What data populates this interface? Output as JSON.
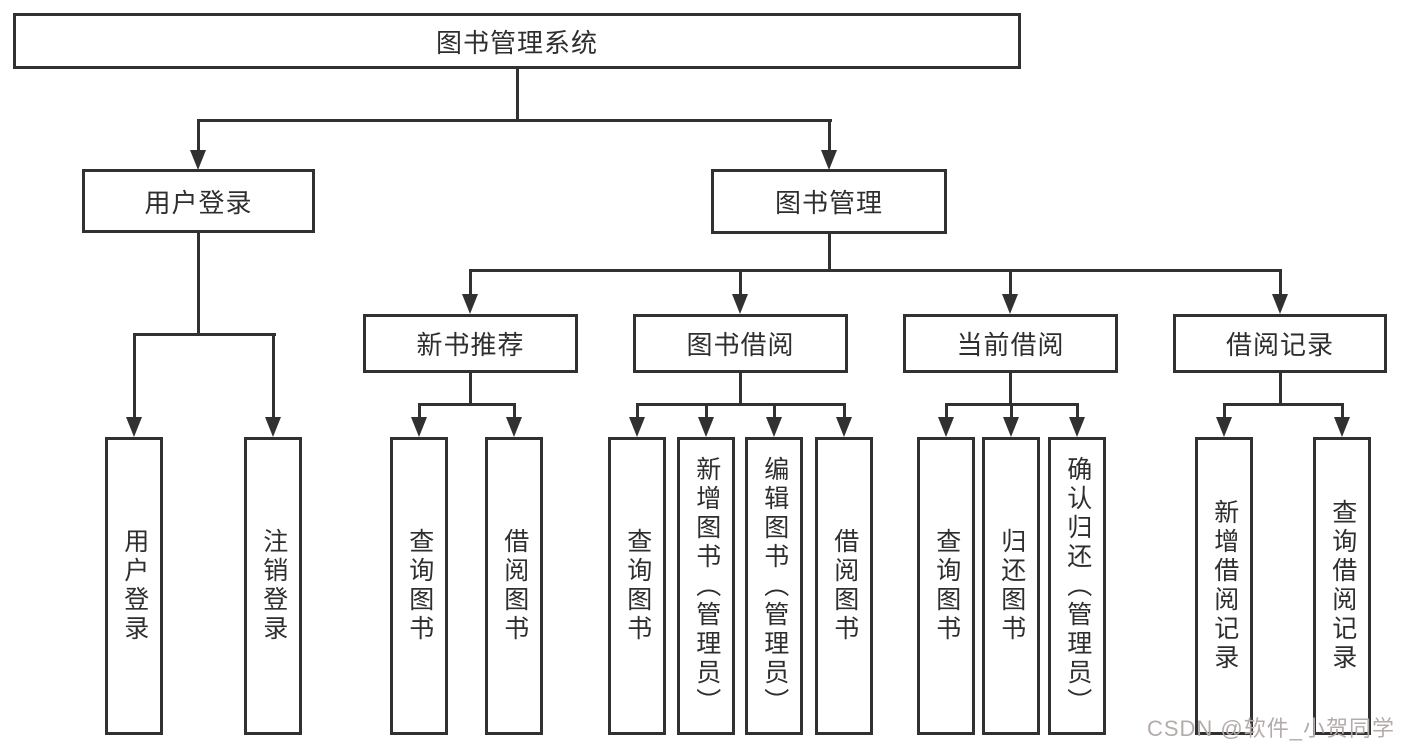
{
  "diagram": {
    "title": "图书管理系统",
    "nodes": {
      "root": {
        "label": "图书管理系统"
      },
      "level2": [
        {
          "label": "用户登录"
        },
        {
          "label": "图书管理"
        }
      ],
      "level3": [
        {
          "label": "新书推荐",
          "parent": "图书管理"
        },
        {
          "label": "图书借阅",
          "parent": "图书管理"
        },
        {
          "label": "当前借阅",
          "parent": "图书管理"
        },
        {
          "label": "借阅记录",
          "parent": "图书管理"
        }
      ],
      "leaves": [
        {
          "label": "用户登录",
          "parent": "用户登录"
        },
        {
          "label": "注销登录",
          "parent": "用户登录"
        },
        {
          "label": "查询图书",
          "parent": "新书推荐"
        },
        {
          "label": "借阅图书",
          "parent": "新书推荐"
        },
        {
          "label": "查询图书",
          "parent": "图书借阅"
        },
        {
          "label": "新增图书（管理员）",
          "parent": "图书借阅"
        },
        {
          "label": "编辑图书（管理员）",
          "parent": "图书借阅"
        },
        {
          "label": "借阅图书",
          "parent": "图书借阅"
        },
        {
          "label": "查询图书",
          "parent": "当前借阅"
        },
        {
          "label": "归还图书",
          "parent": "当前借阅"
        },
        {
          "label": "确认归还（管理员）",
          "parent": "当前借阅"
        },
        {
          "label": "新增借阅记录",
          "parent": "借阅记录"
        },
        {
          "label": "查询借阅记录",
          "parent": "借阅记录"
        }
      ]
    },
    "watermark": "CSDN @软件_小贺同学",
    "colors": {
      "line": "#313131",
      "text": "#2e2e2e",
      "background": "#ffffff",
      "watermark": "#b4abab"
    }
  }
}
